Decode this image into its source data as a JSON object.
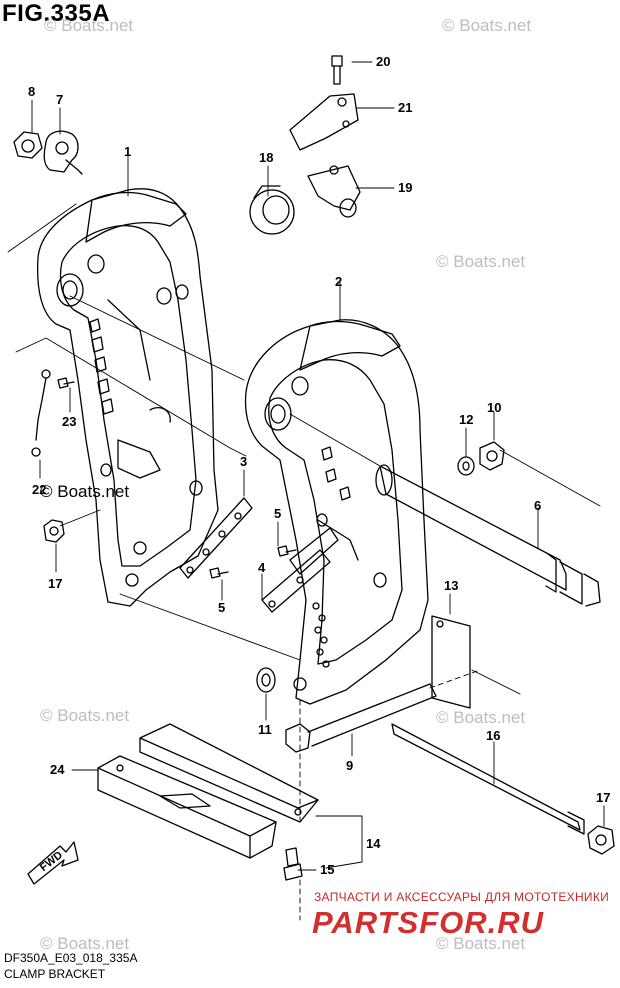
{
  "figure": {
    "title": "FIG.335A",
    "code": "DF350A_E03_018_335A",
    "name": "CLAMP BRACKET"
  },
  "watermark": "© Boats.net",
  "promo": {
    "tagline": "ЗАПЧАСТИ И АКСЕССУАРЫ ДЛЯ МОТОТЕХНИКИ",
    "brand": "PARTSFOR.RU",
    "brand_color": "#d32f2f"
  },
  "direction": {
    "label": "FWD",
    "icon": "fwd-arrow-icon"
  },
  "callouts": [
    "20",
    "21",
    "18",
    "19",
    "8",
    "7",
    "1",
    "2",
    "22",
    "23",
    "12",
    "10",
    "3",
    "5",
    "6",
    "4",
    "5",
    "13",
    "17",
    "11",
    "9",
    "16",
    "24",
    "17",
    "14",
    "15"
  ]
}
